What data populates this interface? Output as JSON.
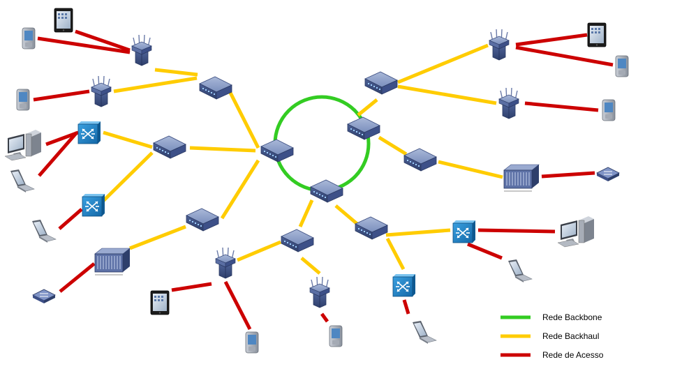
{
  "colors": {
    "backbone": "#33cc22",
    "backhaul": "#ffcc00",
    "access": "#cc0000"
  },
  "legend": [
    {
      "key": "backbone",
      "label": "Rede Backbone"
    },
    {
      "key": "backhaul",
      "label": "Rede Backhaul"
    },
    {
      "key": "access",
      "label": "Rede de Acesso"
    }
  ],
  "devices": [
    {
      "id": "core-1",
      "type": "router"
    },
    {
      "id": "core-2",
      "type": "router"
    },
    {
      "id": "core-3",
      "type": "router"
    },
    {
      "id": "agg-1",
      "type": "router"
    },
    {
      "id": "agg-2",
      "type": "router"
    },
    {
      "id": "agg-3",
      "type": "router"
    },
    {
      "id": "agg-4",
      "type": "router"
    },
    {
      "id": "agg-5",
      "type": "router"
    },
    {
      "id": "agg-6",
      "type": "router"
    },
    {
      "id": "agg-7",
      "type": "router"
    },
    {
      "id": "ap-1",
      "type": "access-point"
    },
    {
      "id": "ap-2",
      "type": "access-point"
    },
    {
      "id": "ap-3",
      "type": "access-point"
    },
    {
      "id": "ap-4",
      "type": "access-point"
    },
    {
      "id": "ap-5",
      "type": "access-point"
    },
    {
      "id": "ap-6",
      "type": "access-point"
    },
    {
      "id": "sw-1",
      "type": "switch"
    },
    {
      "id": "sw-2",
      "type": "switch"
    },
    {
      "id": "sw-3",
      "type": "switch"
    },
    {
      "id": "sw-4",
      "type": "switch"
    },
    {
      "id": "dslam-1",
      "type": "dslam"
    },
    {
      "id": "dslam-2",
      "type": "dslam"
    },
    {
      "id": "modem-1",
      "type": "modem"
    },
    {
      "id": "modem-2",
      "type": "modem"
    },
    {
      "id": "tablet-1",
      "type": "tablet"
    },
    {
      "id": "tablet-2",
      "type": "tablet"
    },
    {
      "id": "tablet-3",
      "type": "tablet"
    },
    {
      "id": "pda-1",
      "type": "pda"
    },
    {
      "id": "pda-2",
      "type": "pda"
    },
    {
      "id": "pda-3",
      "type": "pda"
    },
    {
      "id": "pda-4",
      "type": "pda"
    },
    {
      "id": "pda-5",
      "type": "pda"
    },
    {
      "id": "pda-6",
      "type": "pda"
    },
    {
      "id": "desktop-1",
      "type": "desktop"
    },
    {
      "id": "desktop-2",
      "type": "desktop"
    },
    {
      "id": "laptop-1",
      "type": "laptop"
    },
    {
      "id": "laptop-2",
      "type": "laptop"
    },
    {
      "id": "laptop-3",
      "type": "laptop"
    },
    {
      "id": "laptop-4",
      "type": "laptop"
    }
  ],
  "links": [
    {
      "from": "core-1",
      "to": "agg-1",
      "tier": "backhaul"
    },
    {
      "from": "core-1",
      "to": "agg-2",
      "tier": "backhaul"
    },
    {
      "from": "core-1",
      "to": "agg-3",
      "tier": "backhaul"
    },
    {
      "from": "core-2",
      "to": "agg-4",
      "tier": "backhaul"
    },
    {
      "from": "core-2",
      "to": "agg-5",
      "tier": "backhaul"
    },
    {
      "from": "core-3",
      "to": "agg-6",
      "tier": "backhaul"
    },
    {
      "from": "core-3",
      "to": "agg-7",
      "tier": "backhaul"
    },
    {
      "from": "agg-1",
      "to": "ap-1",
      "tier": "backhaul"
    },
    {
      "from": "agg-1",
      "to": "ap-2",
      "tier": "backhaul"
    },
    {
      "from": "agg-2",
      "to": "sw-1",
      "tier": "backhaul"
    },
    {
      "from": "agg-2",
      "to": "sw-2",
      "tier": "backhaul"
    },
    {
      "from": "agg-3",
      "to": "dslam-1",
      "tier": "backhaul"
    },
    {
      "from": "agg-4",
      "to": "ap-3",
      "tier": "backhaul"
    },
    {
      "from": "agg-4",
      "to": "ap-4",
      "tier": "backhaul"
    },
    {
      "from": "agg-5",
      "to": "dslam-2",
      "tier": "backhaul"
    },
    {
      "from": "agg-6",
      "to": "ap-5",
      "tier": "backhaul"
    },
    {
      "from": "agg-6",
      "to": "ap-6",
      "tier": "backhaul"
    },
    {
      "from": "agg-7",
      "to": "sw-3",
      "tier": "backhaul"
    },
    {
      "from": "agg-7",
      "to": "sw-4",
      "tier": "backhaul"
    },
    {
      "from": "ap-1",
      "to": "tablet-1",
      "tier": "access"
    },
    {
      "from": "ap-1",
      "to": "pda-1",
      "tier": "access"
    },
    {
      "from": "ap-2",
      "to": "pda-2",
      "tier": "access"
    },
    {
      "from": "sw-1",
      "to": "desktop-1",
      "tier": "access"
    },
    {
      "from": "sw-1",
      "to": "laptop-1",
      "tier": "access"
    },
    {
      "from": "sw-2",
      "to": "laptop-2",
      "tier": "access"
    },
    {
      "from": "dslam-1",
      "to": "modem-1",
      "tier": "access"
    },
    {
      "from": "ap-3",
      "to": "tablet-2",
      "tier": "access"
    },
    {
      "from": "ap-3",
      "to": "pda-3",
      "tier": "access"
    },
    {
      "from": "ap-4",
      "to": "pda-4",
      "tier": "access"
    },
    {
      "from": "dslam-2",
      "to": "modem-2",
      "tier": "access"
    },
    {
      "from": "ap-5",
      "to": "tablet-3",
      "tier": "access"
    },
    {
      "from": "ap-5",
      "to": "pda-5",
      "tier": "access"
    },
    {
      "from": "ap-6",
      "to": "pda-6",
      "tier": "access"
    },
    {
      "from": "sw-3",
      "to": "desktop-2",
      "tier": "access"
    },
    {
      "from": "sw-3",
      "to": "laptop-3",
      "tier": "access"
    },
    {
      "from": "sw-4",
      "to": "laptop-4",
      "tier": "access"
    }
  ]
}
